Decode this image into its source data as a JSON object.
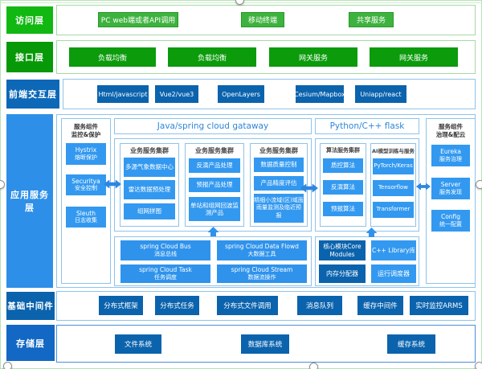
{
  "colors": {
    "access_green": "#12b812",
    "node_green": "#3eb23e",
    "dark_green": "#0b9b0b",
    "deep_blue": "#0b63ad",
    "app_blue": "#2e8fe8",
    "light_blue": "#3399f0",
    "header_text_blue": "#2e86d8",
    "storage_blue": "#1268c4"
  },
  "layers": {
    "access": {
      "label": "访问层",
      "items": [
        "PC web端或者API调用",
        "移动终端",
        "共享服务"
      ]
    },
    "gateway": {
      "label": "接口层",
      "items": [
        "负载均衡",
        "负载均衡",
        "网关服务",
        "网关服务"
      ]
    },
    "frontend": {
      "label": "前端交互层",
      "items": [
        "Html/javascript",
        "Vue2/vue3",
        "OpenLayers",
        "Cesium/Mapbox",
        "Uniapp/react"
      ]
    },
    "app": {
      "label": "应用服务层",
      "left_panel": {
        "title_line1": "服务组件",
        "title_line2": "监控&保护",
        "items": [
          {
            "en": "Hystrix",
            "zh": "熔断保护"
          },
          {
            "en": "Securitya",
            "zh": "安全控制"
          },
          {
            "en": "Sleuth",
            "zh": "日志收集"
          }
        ]
      },
      "right_panel": {
        "title_line1": "服务组件",
        "title_line2": "治理&配云",
        "items": [
          {
            "en": "Eureka",
            "zh": "服务治理"
          },
          {
            "en": "Server",
            "zh": "服务发现"
          },
          {
            "en": "Config",
            "zh": "统一配置"
          }
        ]
      },
      "java_group": {
        "header": "Java/spring cloud gataway",
        "clusters": [
          {
            "title": "业务服务集群",
            "items": [
              "多源气象数据中心",
              "雷达数据预处理",
              "组网拼图"
            ]
          },
          {
            "title": "业务服务集群",
            "items": [
              "反演产品处理",
              "预报产品处理",
              "单站和组网回波监测产品"
            ]
          },
          {
            "title": "业务服务集群",
            "items": [
              "数据质量控制",
              "产品精度评估",
              "精细小流域(区)域面雨量监测及临近预报"
            ]
          }
        ]
      },
      "flask_group": {
        "header": "Python/C++ flask",
        "clusters": [
          {
            "title": "算法服务集群",
            "items": [
              "质控算法",
              "反演算法",
              "预报算法"
            ]
          },
          {
            "title": "AI模型训练与服务",
            "items": [
              "PyTorch/Keras",
              "Tensorflow",
              "Transformer"
            ]
          }
        ]
      },
      "spring_tools": {
        "items": [
          {
            "en": "spring Cloud Bus",
            "zh": "消息总线"
          },
          {
            "en": "spring Cloud Data Flowd",
            "zh": "大数据工具"
          },
          {
            "en": "spring Cloud Task",
            "zh": "任务调度"
          },
          {
            "en": "spring Cloud Stream",
            "zh": "数据流操作"
          }
        ]
      },
      "core_tools": {
        "items": [
          "核心模块Core Modules",
          "C++ Library库",
          "内存分配器",
          "运行调度器"
        ]
      }
    },
    "middleware": {
      "label": "基础中间件",
      "items": [
        "分布式框架",
        "分布式任务",
        "分布式文件调用",
        "消息队列",
        "缓存中间件",
        "实时监控ARMS"
      ]
    },
    "storage": {
      "label": "存储层",
      "items": [
        "文件系统",
        "数据库系统",
        "缓存系统"
      ]
    }
  }
}
